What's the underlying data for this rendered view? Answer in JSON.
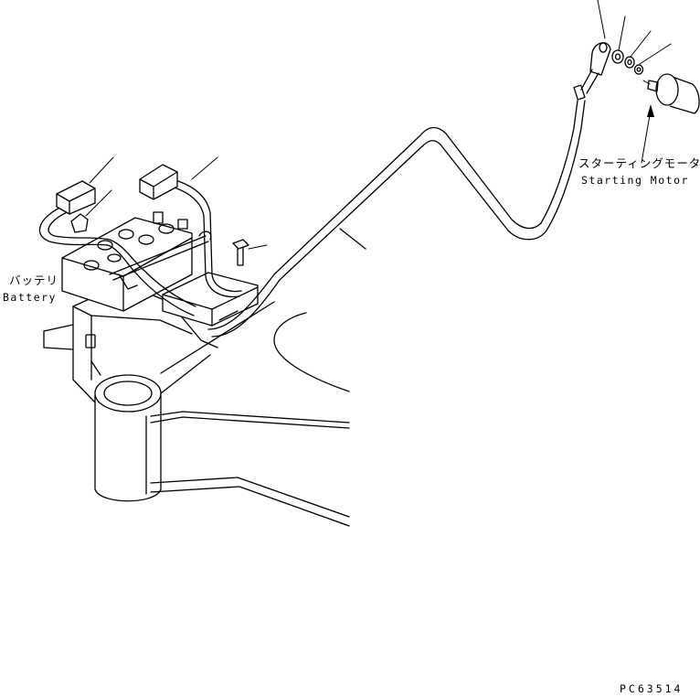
{
  "labels": {
    "battery_jp": "バッテリ",
    "battery_en": "Battery",
    "motor_jp": "スターティングモータ",
    "motor_en": "Starting Motor"
  },
  "drawing_code": "PC63514"
}
